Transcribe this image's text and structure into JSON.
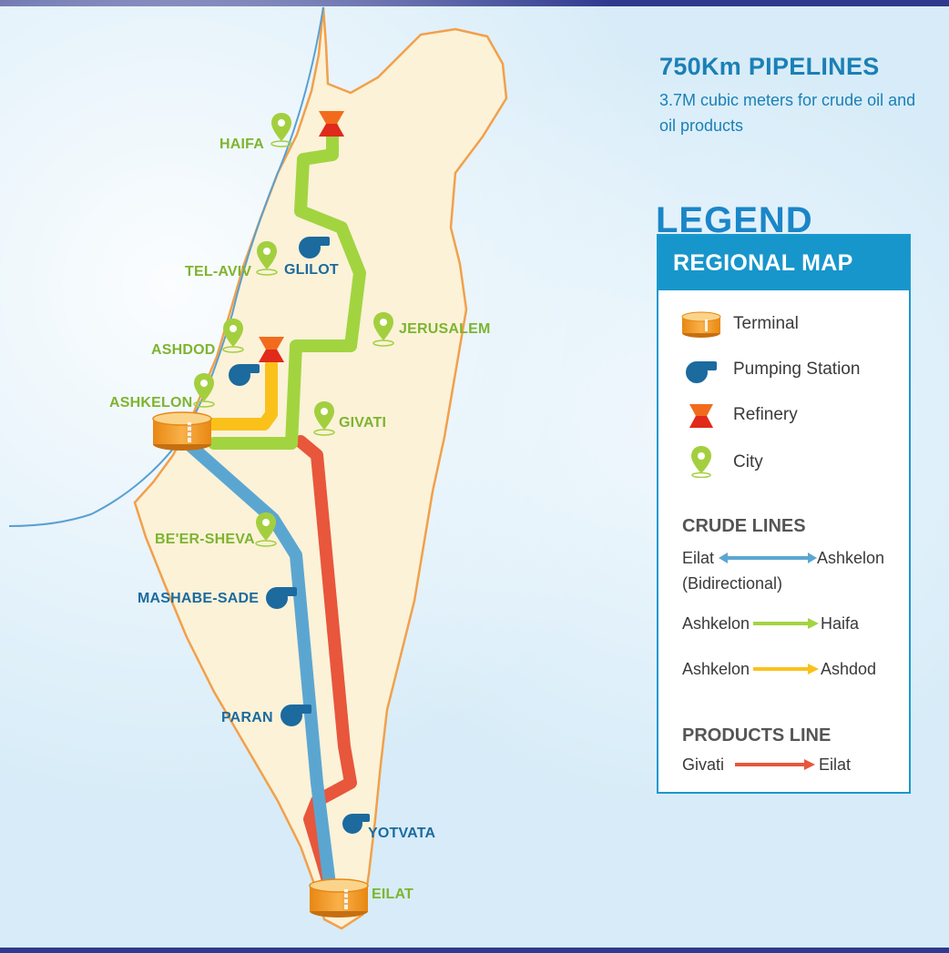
{
  "header": {
    "title": "750Km PIPELINES",
    "subtitle": "3.7M cubic meters for crude oil and oil products"
  },
  "legend": {
    "word": "LEGEND",
    "heading": "REGIONAL MAP",
    "items": [
      {
        "label": "Terminal",
        "icon": "terminal-icon"
      },
      {
        "label": "Pumping Station",
        "icon": "pumping-station-icon"
      },
      {
        "label": "Refinery",
        "icon": "refinery-icon"
      },
      {
        "label": "City",
        "icon": "city-pin-icon"
      }
    ],
    "crude_title": "CRUDE LINES",
    "crude_lines": [
      {
        "from": "Eilat",
        "to": "Ashkelon",
        "note": "(Bidirectional)",
        "color": "#5ba6d1"
      },
      {
        "from": "Ashkelon",
        "to": "Haifa",
        "color": "#a2d440"
      },
      {
        "from": "Ashkelon",
        "to": "Ashdod",
        "color": "#fbc11b"
      }
    ],
    "products_title": "PRODUCTS LINE",
    "products_line": {
      "from": "Givati",
      "to": "Eilat",
      "color": "#e8563c"
    }
  },
  "map": {
    "cities": {
      "haifa": "HAIFA",
      "tel_aviv": "TEL-AVIV",
      "ashdod": "ASHDOD",
      "ashkelon": "ASHKELON",
      "jerusalem": "JERUSALEM",
      "givati": "GIVATI",
      "beer_sheva": "BE'ER-SHEVA",
      "eilat": "EILAT"
    },
    "stations": {
      "glilot": "GLILOT",
      "mashabe_sade": "MASHABE-SADE",
      "paran": "PARAN",
      "yotvata": "YOTVATA"
    }
  },
  "colors": {
    "land": "#fbf2d8",
    "land_edge": "#f2a04a",
    "sea": "#d7ecf8",
    "terminal": "#f49a1e",
    "station": "#1c6a9e",
    "refinery": "#f26b1d",
    "city_pin": "#a3cf3f",
    "brand": "#1796cc"
  }
}
